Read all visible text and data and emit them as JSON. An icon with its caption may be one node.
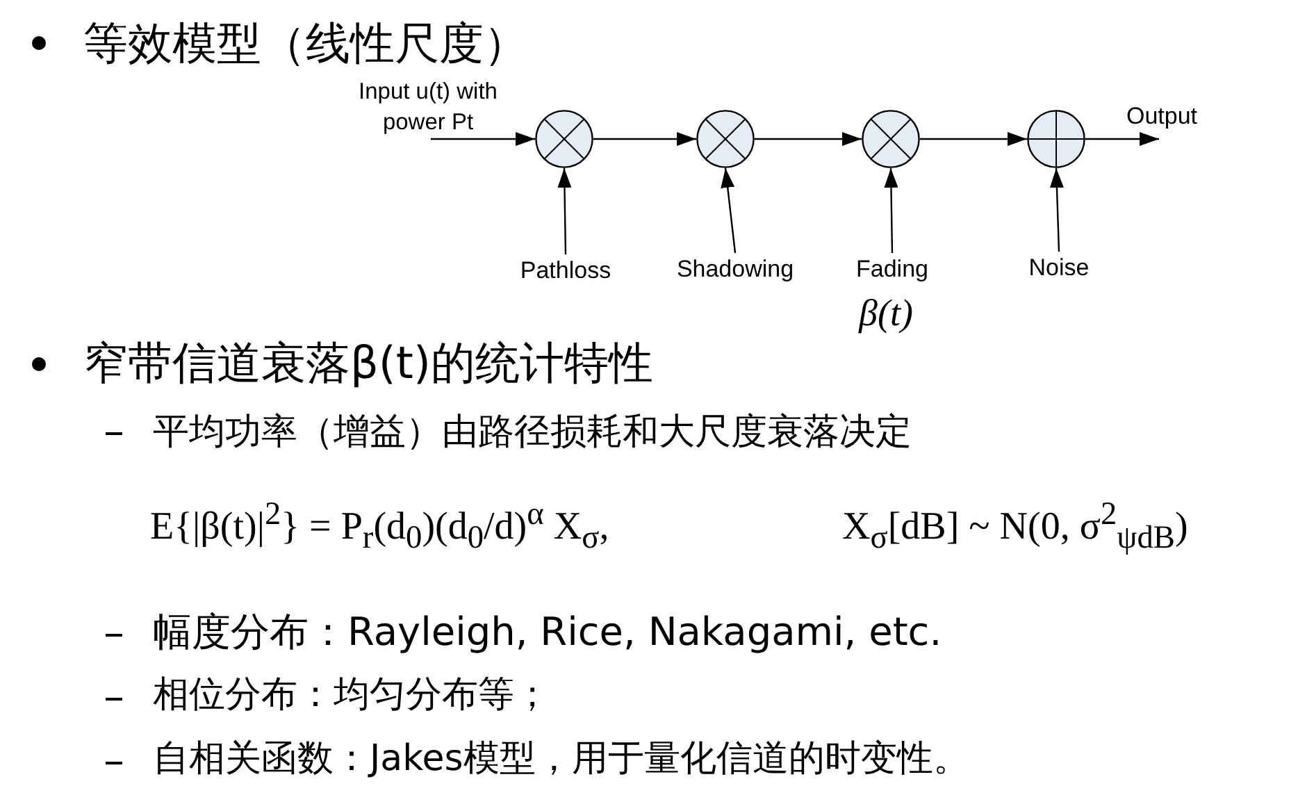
{
  "diagram": {
    "nodes": [
      {
        "text": [
          "Input u(t) with power Pt"
        ]
      },
      {
        "text": [],
        "shape": "multiplier"
      },
      {
        "text": [],
        "shape": "multiplier"
      },
      {
        "text": [],
        "shape": "multiplier"
      },
      {
        "text": [],
        "shape": "adder"
      },
      {
        "text": [
          "Output"
        ]
      },
      {
        "text": [
          "Pathloss"
        ]
      },
      {
        "text": [
          "Shadowing"
        ]
      },
      {
        "text": [
          "Fading"
        ],
        "beside": [
          "β(t)"
        ]
      },
      {
        "text": [
          "Noise"
        ]
      }
    ],
    "edges": [
      {
        "from": 0,
        "to": 1,
        "arrow": "to"
      },
      {
        "from": 1,
        "to": 2,
        "arrow": "to"
      },
      {
        "from": 2,
        "to": 3,
        "arrow": "to"
      },
      {
        "from": 3,
        "to": 4,
        "arrow": "to"
      },
      {
        "from": 4,
        "to": 5,
        "arrow": "to"
      },
      {
        "from": 6,
        "to": 1,
        "arrow": "to"
      },
      {
        "from": 7,
        "to": 2,
        "arrow": "to"
      },
      {
        "from": 8,
        "to": 3,
        "arrow": "to"
      },
      {
        "from": 9,
        "to": 4,
        "arrow": "to"
      }
    ],
    "labels": [
      "等效模型（线性尺度）",
      "窄带信道衰落β(t)的统计特性",
      "平均功率（增益）由路径损耗和大尺度衰落决定",
      "E{|β(t)|$^{2}$} = P$_{r}$(d$_{0}$)(d$_{0}$/d)$^{α}$ X$_{σ}$,",
      "X$_{σ}$[dB] ~ N(0, σ$^{2}$$_{ψdB}$)",
      "幅度分布：Rayleigh, Rice, Nakagami, etc.",
      "相位分布：均匀分布等；",
      "自相关函数：Jakes模型，用于量化信道的时变性。"
    ]
  }
}
